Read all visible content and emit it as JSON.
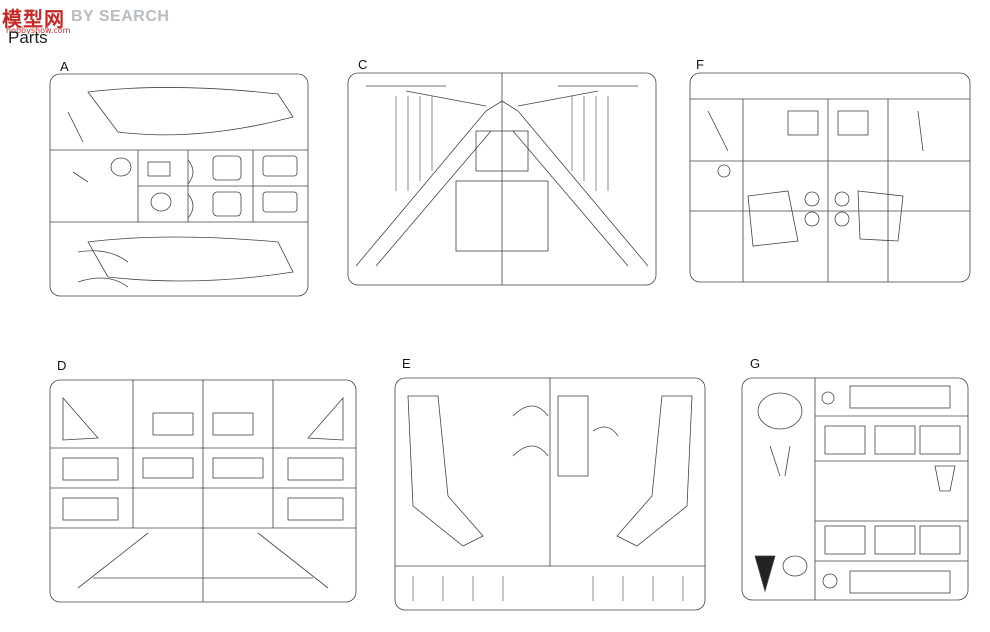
{
  "watermark": {
    "logo": "模型网",
    "sub": "hobbyshow.com",
    "text": "BY SEARCH"
  },
  "title": "Parts",
  "sprues": [
    {
      "id": "A",
      "label": "A"
    },
    {
      "id": "C",
      "label": "C"
    },
    {
      "id": "F",
      "label": "F"
    },
    {
      "id": "D",
      "label": "D"
    },
    {
      "id": "E",
      "label": "E"
    },
    {
      "id": "G",
      "label": "G"
    }
  ]
}
